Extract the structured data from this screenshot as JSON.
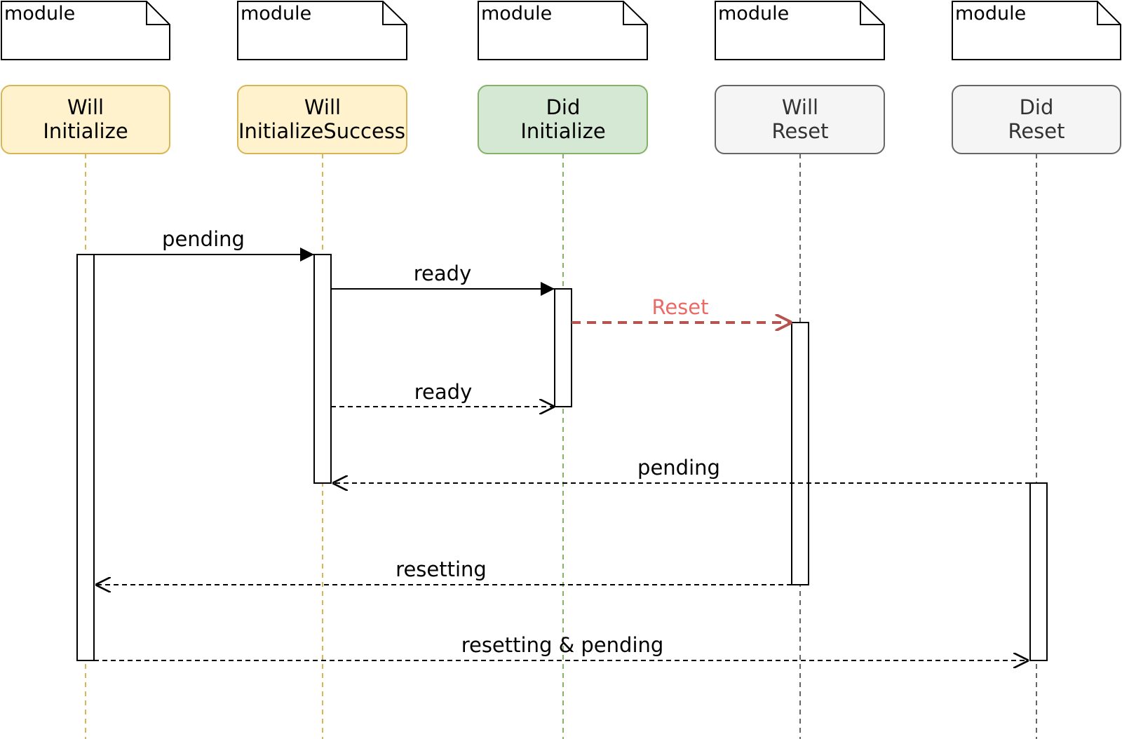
{
  "participants": [
    {
      "id": "will-initialize",
      "note": "module",
      "lines": [
        "Will",
        "Initialize"
      ],
      "fill": "#fff2cc",
      "stroke": "#d6b656",
      "text_color": "#000000",
      "lifeline_color": "#d6b656"
    },
    {
      "id": "will-initialize-success",
      "note": "module",
      "lines": [
        "Will",
        "InitializeSuccess"
      ],
      "fill": "#fff2cc",
      "stroke": "#d6b656",
      "text_color": "#000000",
      "lifeline_color": "#d6b656"
    },
    {
      "id": "did-initialize",
      "note": "module",
      "lines": [
        "Did",
        "Initialize"
      ],
      "fill": "#d5e8d4",
      "stroke": "#82b366",
      "text_color": "#000000",
      "lifeline_color": "#82b366"
    },
    {
      "id": "will-reset",
      "note": "module",
      "lines": [
        "Will",
        "Reset"
      ],
      "fill": "#f5f5f5",
      "stroke": "#666666",
      "text_color": "#333333",
      "lifeline_color": "#666666"
    },
    {
      "id": "did-reset",
      "note": "module",
      "lines": [
        "Did",
        "Reset"
      ],
      "fill": "#f5f5f5",
      "stroke": "#666666",
      "text_color": "#333333",
      "lifeline_color": "#666666"
    }
  ],
  "messages": [
    {
      "label": "pending",
      "from": 0,
      "to": 1,
      "style": "solid",
      "color": "#000000"
    },
    {
      "label": "ready",
      "from": 1,
      "to": 2,
      "style": "solid",
      "color": "#000000"
    },
    {
      "label": "Reset",
      "from": 2,
      "to": 3,
      "style": "dashed-bold",
      "color": "#b85450",
      "label_color": "#ea6b66"
    },
    {
      "label": "ready",
      "from": 1,
      "to": 2,
      "style": "dashed",
      "color": "#000000"
    },
    {
      "label": "pending",
      "from": 4,
      "to": 1,
      "style": "dashed",
      "color": "#000000"
    },
    {
      "label": "resetting",
      "from": 3,
      "to": 0,
      "style": "dashed",
      "color": "#000000"
    },
    {
      "label": "resetting & pending",
      "from": 0,
      "to": 4,
      "style": "dashed",
      "color": "#000000"
    }
  ]
}
